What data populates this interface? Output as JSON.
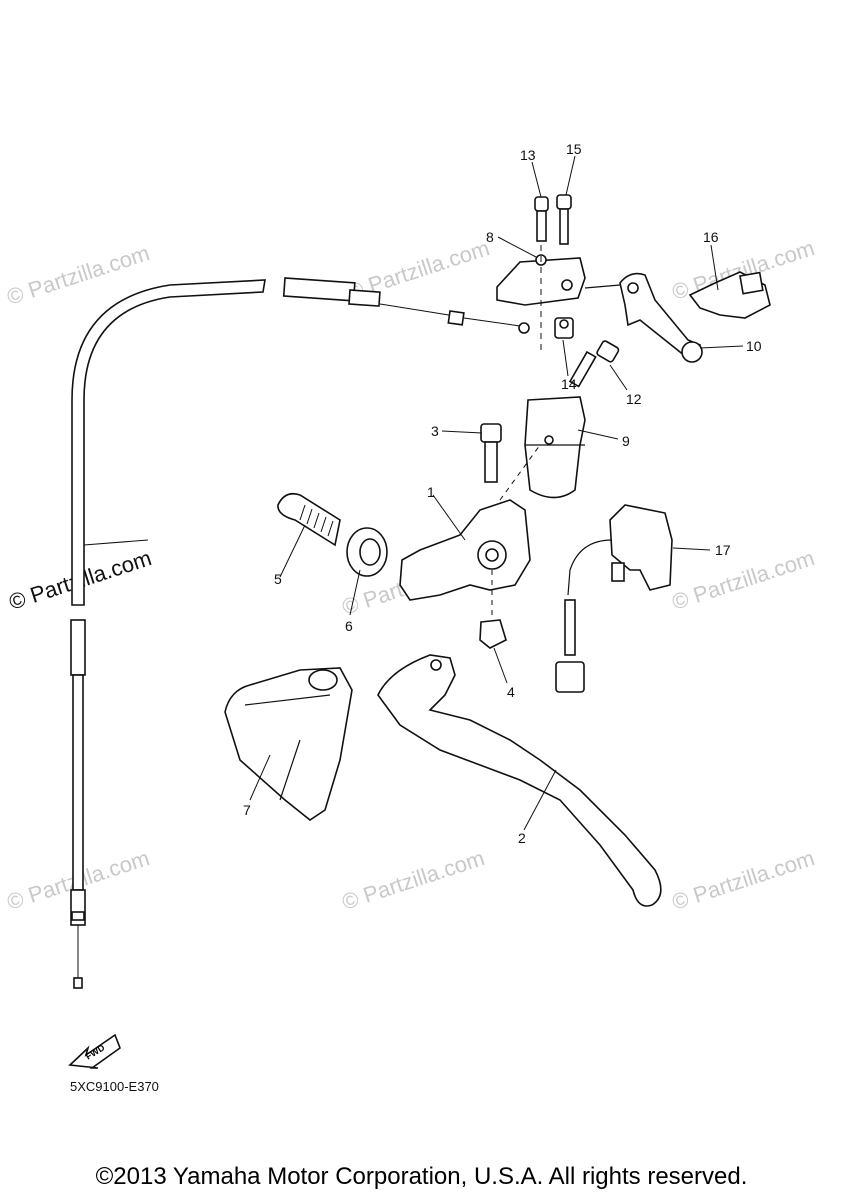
{
  "diagram_code": "5XC9100-E370",
  "copyright": "©2013 Yamaha Motor Corporation, U.S.A. All rights reserved.",
  "fwd_label": "FWD",
  "watermark": "© Partzilla.com",
  "callouts": {
    "c1": "1",
    "c2": "2",
    "c3": "3",
    "c4": "4",
    "c5": "5",
    "c6": "6",
    "c7": "7",
    "c8": "8",
    "c9": "9",
    "c10": "10",
    "c12": "12",
    "c13": "13",
    "c14": "14",
    "c15": "15",
    "c16": "16",
    "c17": "17"
  }
}
